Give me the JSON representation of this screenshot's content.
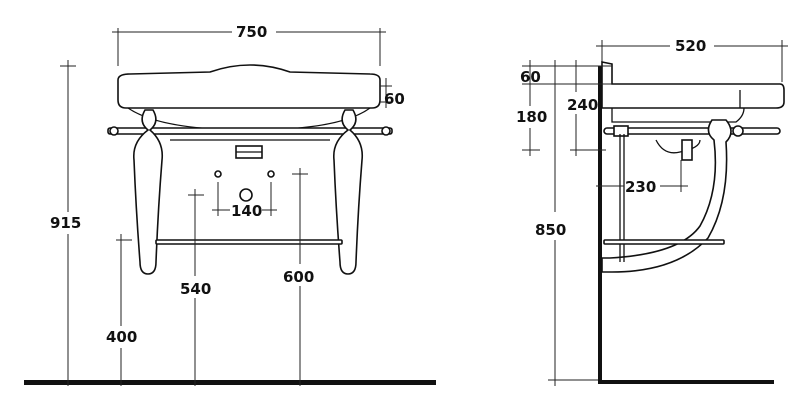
{
  "front_view": {
    "dimensions": {
      "overall_width": "750",
      "rim_height": "60",
      "floor_to_top": "915",
      "waste_spacing": "140",
      "waste_height": "540",
      "tap_height": "600",
      "towel_bar_height": "400"
    }
  },
  "side_view": {
    "dimensions": {
      "depth": "520",
      "rim_height": "60",
      "basin_height": "180",
      "wall_offset_height": "240",
      "waste_offset": "230",
      "floor_to_rim": "850"
    }
  },
  "colors": {
    "line": "#111111",
    "background": "#ffffff"
  }
}
